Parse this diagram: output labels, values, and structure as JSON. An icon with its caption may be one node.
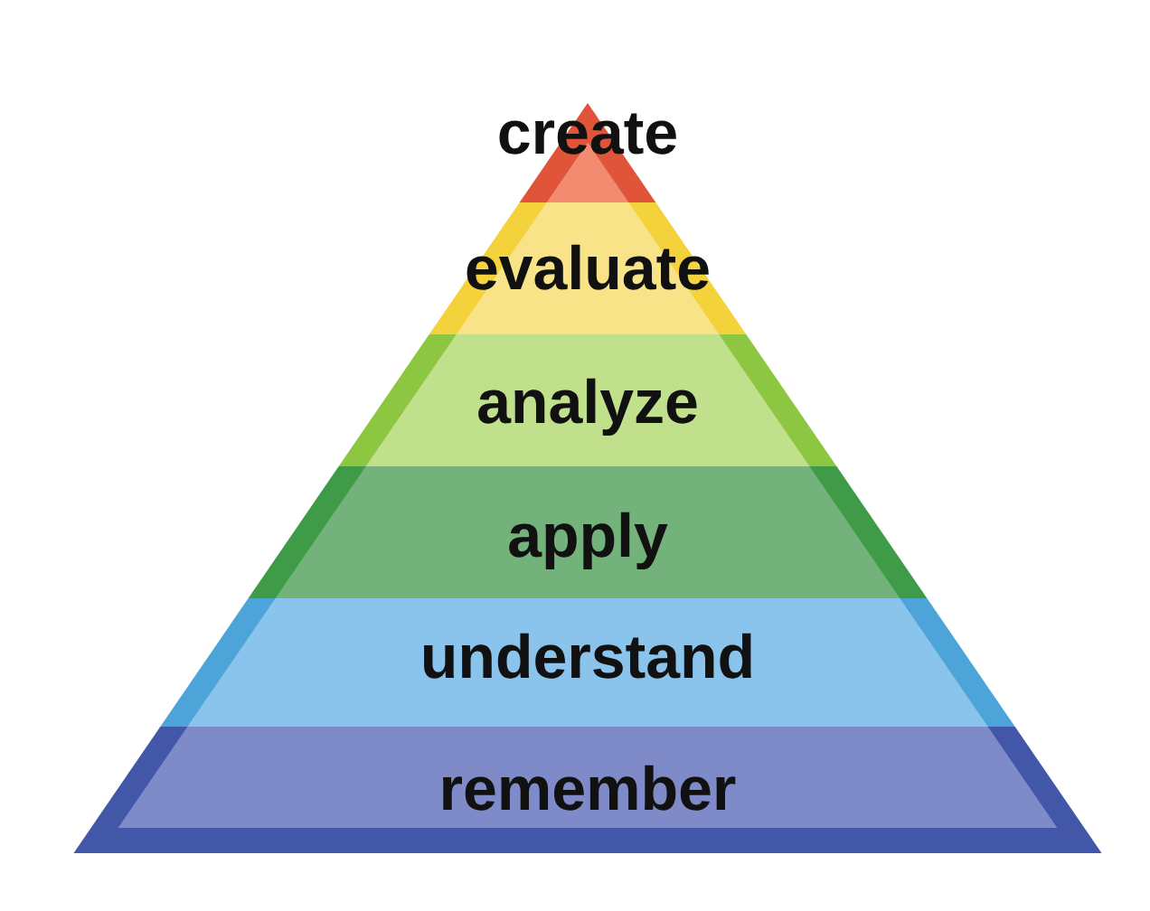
{
  "diagram": {
    "nodes": [
      {
        "text": [
          "create"
        ]
      },
      {
        "text": [
          "evaluate"
        ]
      },
      {
        "text": [
          "analyze"
        ]
      },
      {
        "text": [
          "apply"
        ]
      },
      {
        "text": [
          "understand"
        ]
      },
      {
        "text": [
          "remember"
        ]
      }
    ]
  }
}
